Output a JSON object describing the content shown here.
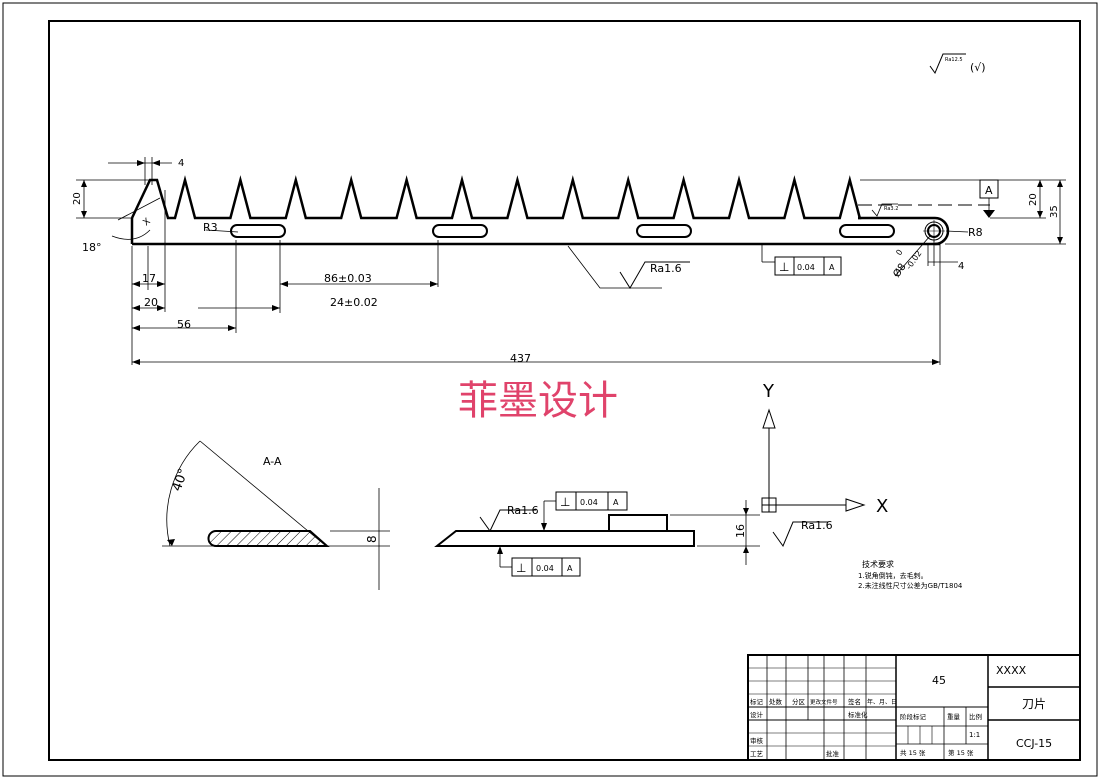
{
  "roughness": {
    "general": "Ra12.5",
    "general_suffix": "(√)",
    "bottom_edge": "Ra1.6",
    "small": "Ra3.2",
    "left_view": "Ra1.6",
    "right_view": "Ra1.6"
  },
  "dims": {
    "tooth_pitch": "4",
    "tooth_height_left": "20",
    "tooth_height_right": "20",
    "overall_height": "35",
    "tip_angle": "18°",
    "radius_left": "R3",
    "radius_right": "R8",
    "hole_dia": "Ø8",
    "hole_tol_top": "0",
    "hole_tol_bottom": "-0.02",
    "hole_offset": "4",
    "d17": "17",
    "d20": "20",
    "d56": "56",
    "d86": "86±0.03",
    "d24": "24±0.02",
    "d437": "437",
    "side_height": "16",
    "thickness": "8",
    "bevel_angle": "40°",
    "tooth_side": "X"
  },
  "gdt": {
    "perp_symbol": "⊥",
    "value": "0.04",
    "datum": "A"
  },
  "datum_label": "A",
  "section": {
    "label": "A-A"
  },
  "axes": {
    "y": "Y",
    "x": "X"
  },
  "watermark": "菲墨设计",
  "notes": {
    "title": "技术要求",
    "line1": "1.锐角倒钝，去毛刺。",
    "line2": "2.未注线性尺寸公差为GB/T1804"
  },
  "title_block": {
    "material": "45",
    "company": "XXXX",
    "part_name": "刀片",
    "drawing_no": "CCJ-15",
    "h_mark": "标记",
    "h_count": "处数",
    "h_zone": "分区",
    "h_docno": "更改文件号",
    "h_sign": "签名",
    "h_date": "年、月、日",
    "h_design": "设计",
    "h_std": "标准化",
    "h_stage": "阶段标记",
    "h_weight": "重量",
    "h_scale": "比例",
    "scale": "1:1",
    "h_review": "审核",
    "h_process": "工艺",
    "h_approve": "批准",
    "sheets": "共 15 张",
    "sheet": "第 15 张"
  }
}
